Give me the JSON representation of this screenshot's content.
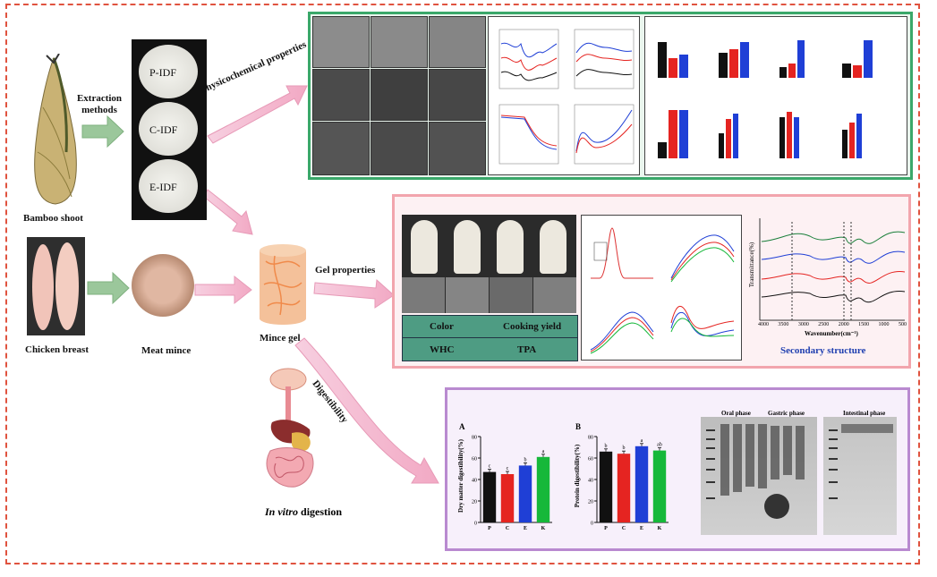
{
  "title": "",
  "sources": {
    "bamboo": "Bamboo shoot",
    "chicken": "Chicken breast",
    "meat_mince": "Meat mince",
    "mince_gel": "Mince gel"
  },
  "extraction": {
    "label": "Extraction methods",
    "samples": [
      "P-IDF",
      "C-IDF",
      "E-IDF"
    ]
  },
  "flows": {
    "physicochemical": "Physicochemical properties",
    "gel": "Gel properties",
    "digestibility": "Digestibility"
  },
  "gel_table": {
    "cells": [
      "Color",
      "Cooking yield",
      "WHC",
      "TPA"
    ]
  },
  "ftir": {
    "xlabel": "Wavenumber(cm⁻¹)",
    "ylabel": "Transmittance(%)",
    "xticks": [
      "4000",
      "3500",
      "3000",
      "2500",
      "2000",
      "1500",
      "1000",
      "500"
    ],
    "secondary": "Secondary structure"
  },
  "digestion": {
    "in_vitro": "In vitro",
    "digestion_word": " digestion"
  },
  "dig_charts": {
    "categories": [
      "P",
      "C",
      "E",
      "K"
    ],
    "colors": [
      "#111111",
      "#e52421",
      "#1f3fd6",
      "#16b83a"
    ],
    "chartA": {
      "panel": "A",
      "ylabel": "Dry matter digestibility(%)",
      "values": [
        47,
        45,
        53,
        61
      ],
      "letters": [
        "c",
        "c",
        "b",
        "a"
      ],
      "ylim": [
        0,
        80
      ],
      "yticks": [
        "0",
        "20",
        "40",
        "60",
        "80"
      ]
    },
    "chartB": {
      "panel": "B",
      "ylabel": "Protein digestibility(%)",
      "values": [
        66,
        64,
        71,
        67
      ],
      "letters": [
        "b",
        "b",
        "a",
        "ab"
      ],
      "ylim": [
        0,
        80
      ],
      "yticks": [
        "0",
        "20",
        "40",
        "60",
        "80"
      ]
    }
  },
  "gel_phases": {
    "oral": "Oral phase",
    "gastric": "Gastric phase",
    "intestinal": "Intestinal phase"
  },
  "colors": {
    "frame": "#e0533f",
    "green_panel": "#3aa86a",
    "pink_panel": "#f2a5ad",
    "purple_panel": "#b98ad0",
    "table_fill": "#4e9c83",
    "arrow_pink": "#f2b8cf",
    "arrow_green": "#9bc79b"
  }
}
